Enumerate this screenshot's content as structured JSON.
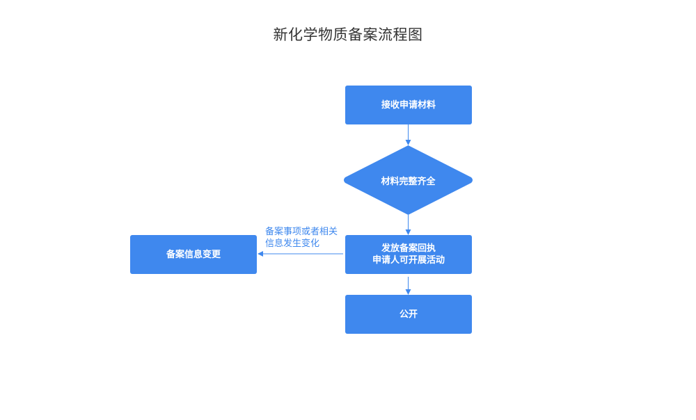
{
  "title": "新化学物质备案流程图",
  "nodes": {
    "receive": "接收申请材料",
    "check": "材料完整齐全",
    "issue": {
      "line1": "发放备案回执",
      "line2": "申请人可开展活动"
    },
    "publish": "公开",
    "change": "备案信息变更"
  },
  "edge_label": {
    "line1": "备案事项或者相关",
    "line2": "信息发生变化"
  },
  "colors": {
    "node_fill": "#3f88ee",
    "arrow": "#3f88ee",
    "title_text": "#333333"
  }
}
